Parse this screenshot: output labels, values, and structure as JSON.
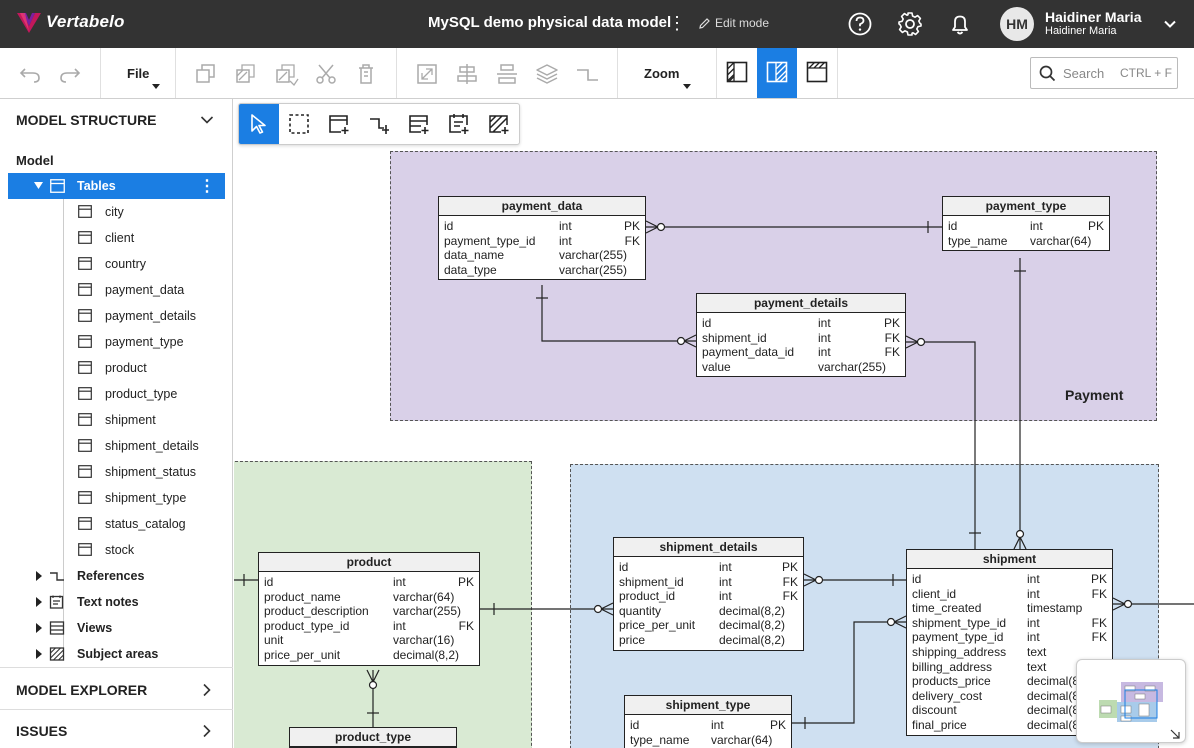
{
  "app": {
    "name": "Vertabelo",
    "document_title": "MySQL demo physical data model",
    "mode_label": "Edit mode"
  },
  "user": {
    "initials": "HM",
    "name": "Haidiner Maria",
    "subname": "Haidiner Maria"
  },
  "toolbar": {
    "file_label": "File",
    "zoom_label": "Zoom",
    "search_placeholder": "Search",
    "search_shortcut": "CTRL + F"
  },
  "sidebar": {
    "model_structure": "MODEL STRUCTURE",
    "model_label": "Model",
    "tables_label": "Tables",
    "tables": [
      "city",
      "client",
      "country",
      "payment_data",
      "payment_details",
      "payment_type",
      "product",
      "product_type",
      "shipment",
      "shipment_details",
      "shipment_status",
      "shipment_type",
      "status_catalog",
      "stock"
    ],
    "groups": [
      "References",
      "Text notes",
      "Views",
      "Subject areas"
    ],
    "model_explorer": "MODEL EXPLORER",
    "issues": "ISSUES"
  },
  "areas": {
    "payment": "Payment"
  },
  "tables": {
    "payment_data": {
      "name": "payment_data",
      "columns": [
        {
          "n": "id",
          "t": "int",
          "k": "PK"
        },
        {
          "n": "payment_type_id",
          "t": "int",
          "k": "FK"
        },
        {
          "n": "data_name",
          "t": "varchar(255)",
          "k": ""
        },
        {
          "n": "data_type",
          "t": "varchar(255)",
          "k": ""
        }
      ]
    },
    "payment_type": {
      "name": "payment_type",
      "columns": [
        {
          "n": "id",
          "t": "int",
          "k": "PK"
        },
        {
          "n": "type_name",
          "t": "varchar(64)",
          "k": ""
        }
      ]
    },
    "payment_details": {
      "name": "payment_details",
      "columns": [
        {
          "n": "id",
          "t": "int",
          "k": "PK"
        },
        {
          "n": "shipment_id",
          "t": "int",
          "k": "FK"
        },
        {
          "n": "payment_data_id",
          "t": "int",
          "k": "FK"
        },
        {
          "n": "value",
          "t": "varchar(255)",
          "k": ""
        }
      ]
    },
    "product": {
      "name": "product",
      "columns": [
        {
          "n": "id",
          "t": "int",
          "k": "PK"
        },
        {
          "n": "product_name",
          "t": "varchar(64)",
          "k": ""
        },
        {
          "n": "product_description",
          "t": "varchar(255)",
          "k": ""
        },
        {
          "n": "product_type_id",
          "t": "int",
          "k": "FK"
        },
        {
          "n": "unit",
          "t": "varchar(16)",
          "k": ""
        },
        {
          "n": "price_per_unit",
          "t": "decimal(8,2)",
          "k": ""
        }
      ]
    },
    "product_type": {
      "name": "product_type",
      "columns": []
    },
    "shipment_details": {
      "name": "shipment_details",
      "columns": [
        {
          "n": "id",
          "t": "int",
          "k": "PK"
        },
        {
          "n": "shipment_id",
          "t": "int",
          "k": "FK"
        },
        {
          "n": "product_id",
          "t": "int",
          "k": "FK"
        },
        {
          "n": "quantity",
          "t": "decimal(8,2)",
          "k": ""
        },
        {
          "n": "price_per_unit",
          "t": "decimal(8,2)",
          "k": ""
        },
        {
          "n": "price",
          "t": "decimal(8,2)",
          "k": ""
        }
      ]
    },
    "shipment_type": {
      "name": "shipment_type",
      "columns": [
        {
          "n": "id",
          "t": "int",
          "k": "PK"
        },
        {
          "n": "type_name",
          "t": "varchar(64)",
          "k": ""
        }
      ]
    },
    "shipment": {
      "name": "shipment",
      "columns": [
        {
          "n": "id",
          "t": "int",
          "k": "PK"
        },
        {
          "n": "client_id",
          "t": "int",
          "k": "FK"
        },
        {
          "n": "time_created",
          "t": "timestamp",
          "k": ""
        },
        {
          "n": "shipment_type_id",
          "t": "int",
          "k": "FK"
        },
        {
          "n": "payment_type_id",
          "t": "int",
          "k": "FK"
        },
        {
          "n": "shipping_address",
          "t": "text",
          "k": ""
        },
        {
          "n": "billing_address",
          "t": "text",
          "k": ""
        },
        {
          "n": "products_price",
          "t": "decimal(8",
          "k": ""
        },
        {
          "n": "delivery_cost",
          "t": "decimal(8",
          "k": ""
        },
        {
          "n": "discount",
          "t": "decimal(8",
          "k": ""
        },
        {
          "n": "final_price",
          "t": "decimal(8",
          "k": ""
        }
      ]
    }
  },
  "colors": {
    "accent": "#1b7ee3",
    "topbar": "#333333",
    "payment_area": "#d9d0e8",
    "product_area": "#d9ead3",
    "shipment_area": "#cfe0f1"
  }
}
